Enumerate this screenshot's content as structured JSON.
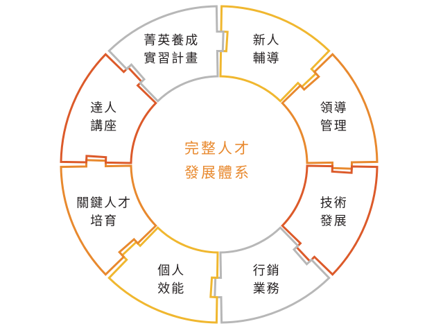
{
  "center": {
    "line1": "完整人才",
    "line2": "發展體系",
    "color": "#e8892e"
  },
  "palette": {
    "gray": "#b7b7b7",
    "yellow": "#f0b72f",
    "orange": "#e8892e",
    "red_orange": "#dc5a2a"
  },
  "segments": [
    {
      "id": "new-hire-coaching",
      "lines": [
        "新人",
        "輔導"
      ],
      "color": "#f0b72f",
      "icon": "notch-arrow"
    },
    {
      "id": "leadership-mgmt",
      "lines": [
        "領導",
        "管理"
      ],
      "color": "#e8892e",
      "icon": "notch-arrow"
    },
    {
      "id": "tech-development",
      "lines": [
        "技術",
        "發展"
      ],
      "color": "#dc5a2a",
      "icon": "notch-arrow"
    },
    {
      "id": "sales-business",
      "lines": [
        "行銷",
        "業務"
      ],
      "color": "#b7b7b7",
      "icon": "notch-arrow"
    },
    {
      "id": "personal-efficacy",
      "lines": [
        "個人",
        "效能"
      ],
      "color": "#f0b72f",
      "icon": "notch-arrow"
    },
    {
      "id": "key-talent",
      "lines": [
        "關鍵人才",
        "培育"
      ],
      "color": "#e8892e",
      "icon": "notch-arrow"
    },
    {
      "id": "expert-lecturer",
      "lines": [
        "達人",
        "講座"
      ],
      "color": "#dc5a2a",
      "icon": "notch-arrow"
    },
    {
      "id": "elite-intern",
      "lines": [
        "菁英養成",
        "實習計畫"
      ],
      "color": "#b7b7b7",
      "icon": "notch-arrow"
    }
  ]
}
